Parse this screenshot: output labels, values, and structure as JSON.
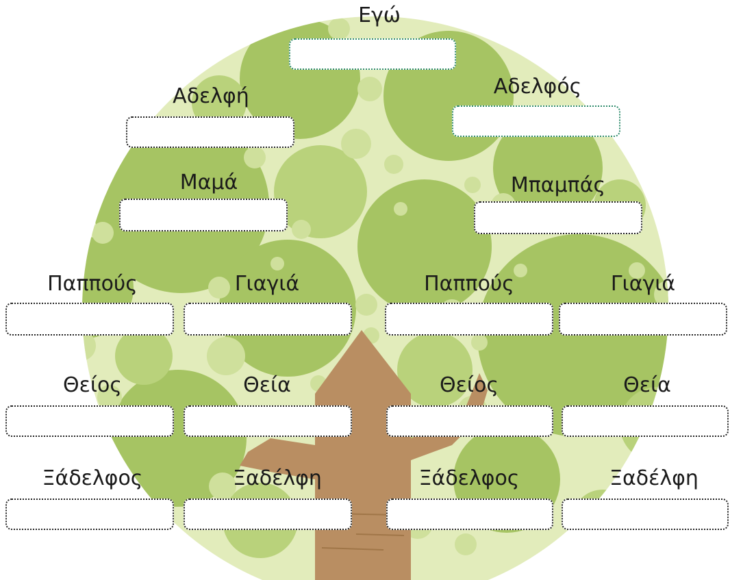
{
  "tree": {
    "canopy_color": "#e2ecbb",
    "circle_dark": "#a6c463",
    "circle_mid": "#b9d27b",
    "circle_light": "#cfe09c",
    "trunk_color": "#b98e62"
  },
  "members": {
    "me": {
      "label": "Εγώ",
      "value": ""
    },
    "sister": {
      "label": "Αδελφή",
      "value": ""
    },
    "brother": {
      "label": "Αδελφός",
      "value": ""
    },
    "mom": {
      "label": "Μαμά",
      "value": ""
    },
    "dad": {
      "label": "Μπαμπάς",
      "value": ""
    },
    "grandpa_maternal": {
      "label": "Παππούς",
      "value": ""
    },
    "grandma_maternal": {
      "label": "Γιαγιά",
      "value": ""
    },
    "grandpa_paternal": {
      "label": "Παππούς",
      "value": ""
    },
    "grandma_paternal": {
      "label": "Γιαγιά",
      "value": ""
    },
    "uncle_1": {
      "label": "Θείος",
      "value": ""
    },
    "aunt_1": {
      "label": "Θεία",
      "value": ""
    },
    "uncle_2": {
      "label": "Θείος",
      "value": ""
    },
    "aunt_2": {
      "label": "Θεία",
      "value": ""
    },
    "cousin_m_1": {
      "label": "Ξάδελφος",
      "value": ""
    },
    "cousin_f_1": {
      "label": "Ξαδέλφη",
      "value": ""
    },
    "cousin_m_2": {
      "label": "Ξάδελφος",
      "value": ""
    },
    "cousin_f_2": {
      "label": "Ξαδέλφη",
      "value": ""
    }
  }
}
